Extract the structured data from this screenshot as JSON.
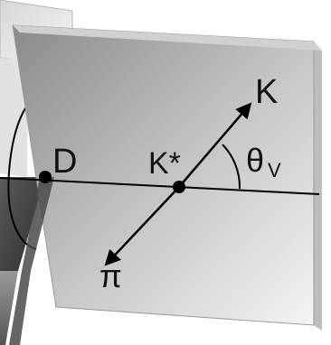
{
  "labels": {
    "decay_vertex": "D",
    "kstar": "K*",
    "kaon": "K",
    "pion": "π",
    "angle_symbol": "θ",
    "angle_subscript": "V"
  },
  "colors": {
    "plane_dark": "#8c8c8c",
    "plane_light": "#f2f2f2",
    "plane_edge": "#c4c4c4",
    "back_plane_dark": "#3e3e3e",
    "back_plane_light": "#cfcfcf",
    "line": "#000000",
    "vertex": "#000000"
  },
  "icons": {
    "kaon_arrow": "arrow-up-right",
    "pion_arrow": "arrow-down-left"
  }
}
